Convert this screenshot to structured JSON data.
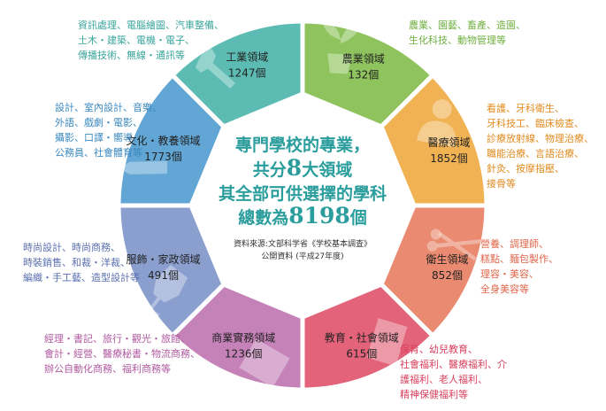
{
  "center": {
    "line1": "專門學校的專業，",
    "line2_pre": "共分",
    "line2_num": "8",
    "line2_post": "大領域",
    "line3": "其全部可供選擇的學科",
    "line4_pre": "總數為",
    "line4_num": "8198",
    "line4_post": "個",
    "source1": "資料來源:文部科学省《学校基本調査》",
    "source2": "公開資料 (平成27年度)"
  },
  "colors": {
    "center_text": "#2a9d9c",
    "industry": "#5cbcb3",
    "agriculture": "#8ec35d",
    "medical": "#f0b253",
    "hygiene": "#e98a71",
    "education": "#e2637a",
    "business": "#c582b8",
    "fashion": "#8b9fcf",
    "culture": "#61a6d4"
  },
  "segments": [
    {
      "id": "industry",
      "name": "工業領域",
      "count": "1247個",
      "color": "#5cbcb3",
      "icon": "wrench-icon",
      "desc": [
        "資訊處理、電腦繪圖、汽車整備、",
        "土木・建築、電機・電子、",
        "傳播技術、無線・通訊等"
      ]
    },
    {
      "id": "agriculture",
      "name": "農業領域",
      "count": "132個",
      "color": "#8ec35d",
      "icon": "plant-icon",
      "desc": [
        "農業、園藝、畜產、造園、",
        "生化科技、動物管理等"
      ]
    },
    {
      "id": "medical",
      "name": "醫療領域",
      "count": "1852個",
      "color": "#f0b253",
      "icon": "doctor-icon",
      "desc": [
        "看護、牙科衛生、",
        "牙科技工、臨床檢查、",
        "診療放射線、物理治療、",
        "職能治療、言語治療、",
        "針灸、按摩指壓、",
        "接骨等"
      ]
    },
    {
      "id": "hygiene",
      "name": "衛生領域",
      "count": "852個",
      "color": "#e98a71",
      "icon": "scissors-icon",
      "desc": [
        "營養、調理師、",
        "糕點、麵包製作、",
        "理容・美容、",
        "全身美容等"
      ]
    },
    {
      "id": "education",
      "name": "教育・社會領域",
      "count": "615個",
      "color": "#e2637a",
      "icon": "book-icon",
      "desc": [
        "保育、幼兒教育、",
        "社會福利、醫療福利、介",
        "護福利、老人福利、",
        "精神保健福利等"
      ]
    },
    {
      "id": "business",
      "name": "商業實務領域",
      "count": "1236個",
      "color": "#c582b8",
      "icon": "calculator-icon",
      "desc": [
        "經理・書記、旅行・觀光・旅館、",
        "會計・經營、醫療秘書・物流商務、",
        "辦公自動化商務、福利商務等"
      ]
    },
    {
      "id": "fashion",
      "name": "服飾・家政領域",
      "count": "491個",
      "color": "#8b9fcf",
      "icon": "mannequin-icon",
      "desc": [
        "時尚設計、時尚商務、",
        "時裝銷售、和裁・洋裁、",
        "編織・手工藝、造型設計等"
      ]
    },
    {
      "id": "culture",
      "name": "文化・教養領域",
      "count": "1773個",
      "color": "#61a6d4",
      "icon": "pen-icon",
      "desc": [
        "設計、室內設計、音樂、",
        "外語、戲劇・電影、",
        "攝影、口譯・嚮導、",
        "公務員、社會體育等"
      ]
    }
  ]
}
